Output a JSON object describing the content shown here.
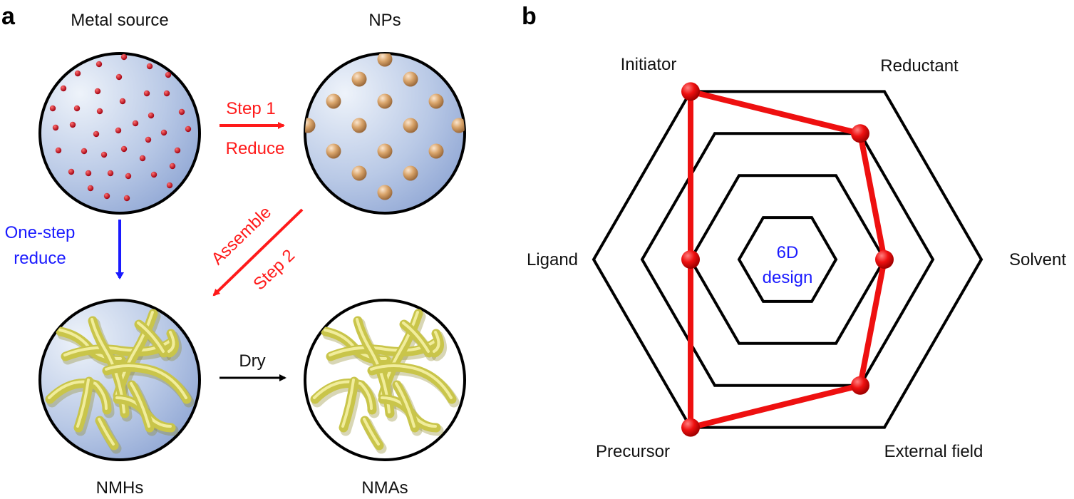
{
  "panel_a": {
    "letter": "a",
    "labels": {
      "metal_source": "Metal source",
      "nps": "NPs",
      "nmhs": "NMHs",
      "nmas": "NMAs"
    },
    "arrows": {
      "step1": "Step 1",
      "reduce": "Reduce",
      "assemble": "Assemble",
      "step2": "Step 2",
      "one_step_line1": "One-step",
      "one_step_line2": "reduce",
      "dry": "Dry"
    }
  },
  "panel_b": {
    "letter": "b",
    "axes": [
      "Initiator",
      "Reductant",
      "Solvent",
      "External field",
      "Precursor",
      "Ligand"
    ],
    "center_line1": "6D",
    "center_line2": "design",
    "levels": 4,
    "values": [
      4,
      3,
      2,
      3,
      4,
      2
    ]
  },
  "colors": {
    "red": "#ff1a1a",
    "blue": "#1a1aff",
    "black": "#000000",
    "rod": "#d4d05a",
    "np": "#d9a46a",
    "dot": "#d01020"
  }
}
